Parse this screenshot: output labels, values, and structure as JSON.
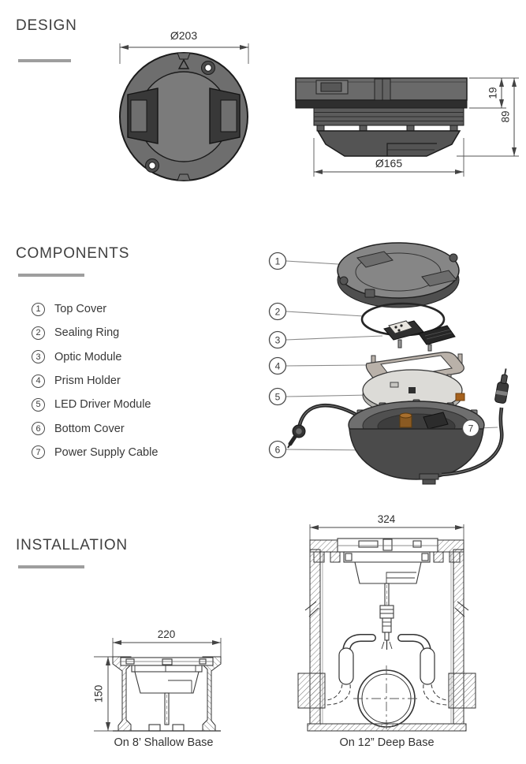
{
  "document": {
    "background": "#ffffff",
    "text_color": "#3a3a3a",
    "rule_color": "#9e9e9e",
    "drawing_gray_dark": "#4c4c4c",
    "drawing_gray_mid": "#6e6e6e",
    "drawing_gray_light": "#dcdbd7",
    "prism_holder_color": "#b9b1a9"
  },
  "design": {
    "heading": "DESIGN",
    "top_view": {
      "dim_diameter": "Ø203"
    },
    "side_view": {
      "dim_lip_height": "19",
      "dim_total_height": "89",
      "dim_body_diameter": "Ø165"
    }
  },
  "components": {
    "heading": "COMPONENTS",
    "items": [
      {
        "num": "1",
        "label": "Top Cover"
      },
      {
        "num": "2",
        "label": "Sealing Ring"
      },
      {
        "num": "3",
        "label": "Optic Module"
      },
      {
        "num": "4",
        "label": "Prism Holder"
      },
      {
        "num": "5",
        "label": "LED Driver Module"
      },
      {
        "num": "6",
        "label": "Bottom Cover"
      },
      {
        "num": "7",
        "label": "Power Supply Cable"
      }
    ]
  },
  "installation": {
    "heading": "INSTALLATION",
    "shallow_base": {
      "dim_width": "220",
      "dim_height": "150",
      "caption": "On 8’ Shallow Base"
    },
    "deep_base": {
      "dim_width": "324",
      "caption": "On 12” Deep Base"
    }
  }
}
